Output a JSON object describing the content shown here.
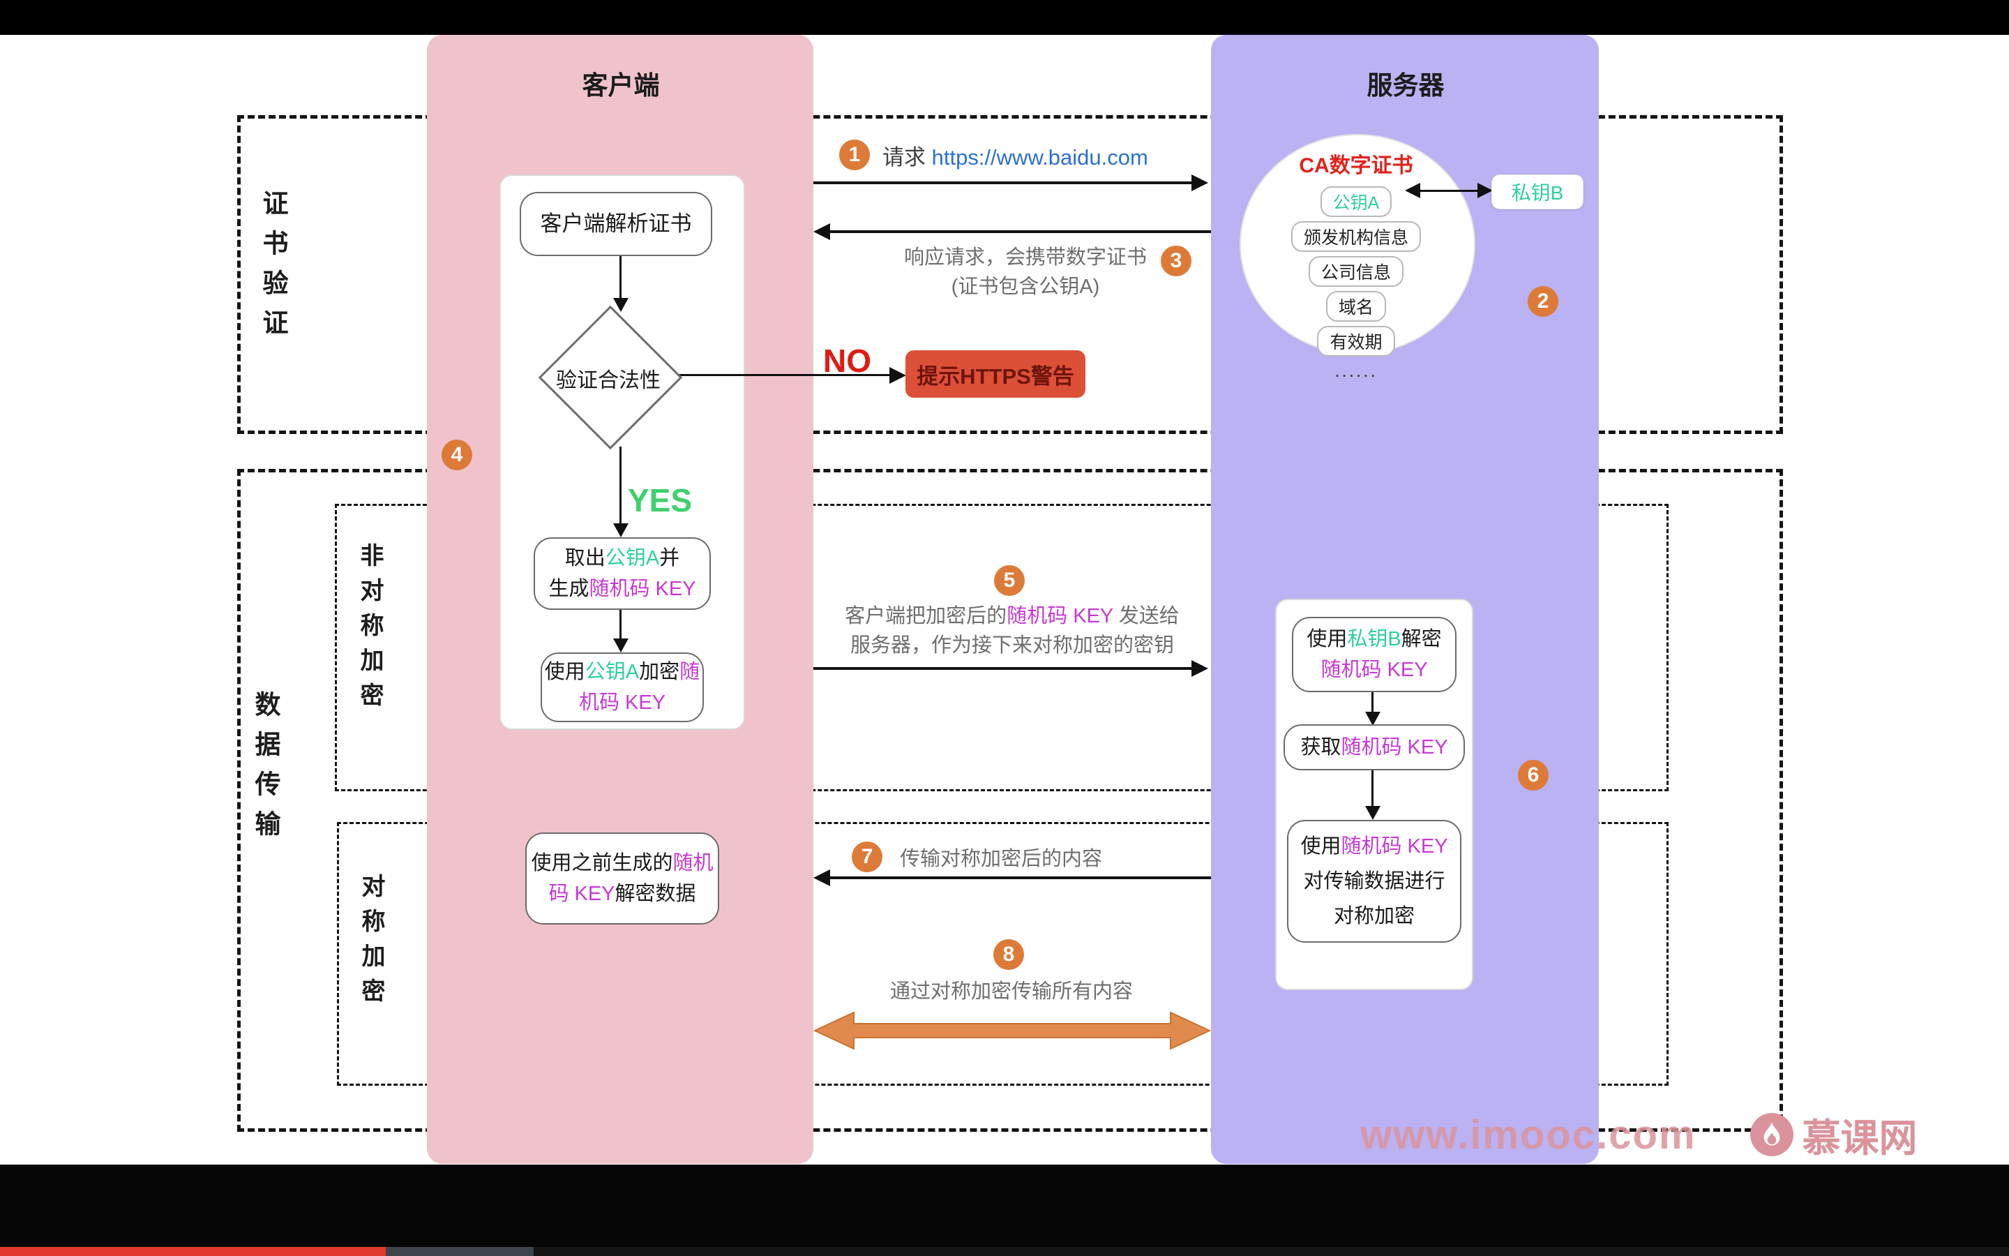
{
  "colors": {
    "teal": "#2fcf9f",
    "magenta": "#c838d6",
    "blue": "#2a6fd6",
    "red_no": "#e21b12",
    "green_yes": "#3ed06e",
    "badge_orange": "#dd7a38",
    "pink_band": "#f0c3cc",
    "purple_band": "#bab2f2",
    "warning_bg": "#dc5038",
    "warning_text": "#6e140a",
    "big_arrow_orange": "#e08a4e",
    "watermark_pink": "#db939b",
    "progress_red": "#e2382b"
  },
  "lanes": {
    "client": "客户端",
    "server": "服务器"
  },
  "groups": {
    "cert_verify": "证书验证",
    "data_transfer": "数据传输",
    "asymmetric": "非对称加密",
    "symmetric": "对称加密"
  },
  "badges": {
    "b1": "1",
    "b2": "2",
    "b3": "3",
    "b4": "4",
    "b5": "5",
    "b6": "6",
    "b7": "7",
    "b8": "8"
  },
  "certificate": {
    "title": "CA数字证书",
    "public_key": "公钥A",
    "fields": [
      "颁发机构信息",
      "公司信息",
      "域名",
      "有效期"
    ],
    "ellipsis": "......",
    "private_key": "私钥B"
  },
  "client_flow": {
    "parse": "客户端解析证书",
    "verify": "验证合法性",
    "no": "NO",
    "yes": "YES",
    "warning": "提示HTTPS警告",
    "extract": [
      [
        {
          "t": "取出"
        },
        {
          "t": "公钥A",
          "c": "teal"
        },
        {
          "t": "并"
        }
      ],
      [
        {
          "t": "生成"
        },
        {
          "t": "随机码 KEY",
          "c": "magenta"
        }
      ]
    ],
    "encrypt": [
      [
        {
          "t": "使用"
        },
        {
          "t": "公钥A",
          "c": "teal"
        },
        {
          "t": "加密"
        },
        {
          "t": "随",
          "c": "magenta"
        }
      ],
      [
        {
          "t": "机码 KEY",
          "c": "magenta"
        }
      ]
    ],
    "decrypt_data": [
      [
        {
          "t": "使用之前生成的"
        },
        {
          "t": "随机",
          "c": "magenta"
        }
      ],
      [
        {
          "t": "码 KEY",
          "c": "magenta"
        },
        {
          "t": "解密数据"
        }
      ]
    ]
  },
  "server_flow": {
    "decrypt": [
      [
        {
          "t": "使用"
        },
        {
          "t": "私钥B",
          "c": "teal"
        },
        {
          "t": "解密"
        }
      ],
      [
        {
          "t": "随机码 KEY",
          "c": "magenta"
        }
      ]
    ],
    "obtain": [
      [
        {
          "t": "获取"
        },
        {
          "t": "随机码 KEY",
          "c": "magenta"
        }
      ]
    ],
    "sym_encrypt": [
      [
        {
          "t": "使用"
        },
        {
          "t": "随机码 KEY",
          "c": "magenta"
        }
      ],
      [
        {
          "t": "对传输数据进行"
        }
      ],
      [
        {
          "t": "对称加密"
        }
      ]
    ]
  },
  "messages": {
    "m1": [
      [
        {
          "t": "请求 "
        },
        {
          "t": "https://www.baidu.com",
          "c": "blue"
        }
      ]
    ],
    "m3": [
      [
        {
          "t": "响应请求，会携带数字证书"
        }
      ],
      [
        {
          "t": "(证书包含公钥A)"
        }
      ]
    ],
    "m5": [
      [
        {
          "t": "客户端把加密后的"
        },
        {
          "t": "随机码 KEY",
          "c": "magenta"
        },
        {
          "t": " 发送给"
        }
      ],
      [
        {
          "t": "服务器，作为接下来对称加密的密钥"
        }
      ]
    ],
    "m7": [
      [
        {
          "t": "传输对称加密后的内容"
        }
      ]
    ],
    "m8": [
      [
        {
          "t": "通过对称加密传输所有内容"
        }
      ]
    ]
  },
  "watermark": {
    "site": "www.imooc.com",
    "brand": "慕课网"
  }
}
